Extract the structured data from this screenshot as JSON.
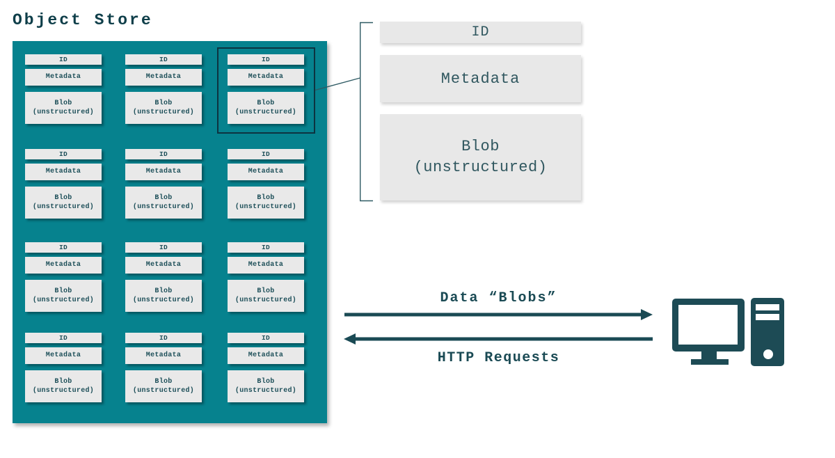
{
  "title": "Object Store",
  "object_store": {
    "rows": 4,
    "cols": 3,
    "card": {
      "id": "ID",
      "metadata": "Metadata",
      "blob_line1": "Blob",
      "blob_line2": "(unstructured)"
    },
    "selected_card": {
      "row": 1,
      "col": 3
    }
  },
  "detail": {
    "id": "ID",
    "metadata": "Metadata",
    "blob_line1": "Blob",
    "blob_line2": "(unstructured)"
  },
  "arrows": {
    "data_label": "Data “Blobs”",
    "http_label": "HTTP Requests"
  },
  "icons": {
    "computer": "desktop-computer-icon"
  },
  "colors": {
    "panel_teal": "#06828E",
    "dark_teal": "#1A4A54",
    "title_teal": "#0E3E49",
    "card_bg": "#E9E9E9",
    "card_text": "#1D4F59",
    "detail_text": "#30575F",
    "outline": "#0D3340"
  }
}
